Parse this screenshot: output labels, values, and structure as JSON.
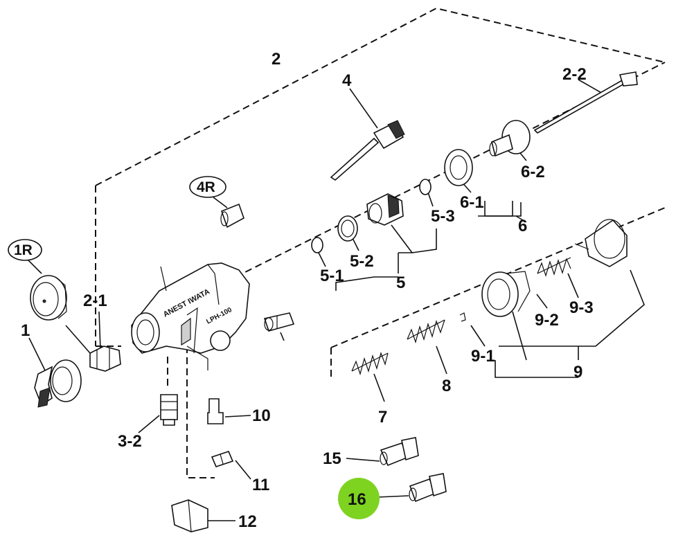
{
  "labels": {
    "p1": "1",
    "p1R": "1R",
    "p2": "2",
    "p2_1": "2-1",
    "p2_2": "2-2",
    "p3_2": "3-2",
    "p4": "4",
    "p4R": "4R",
    "p5": "5",
    "p5_1": "5-1",
    "p5_2": "5-2",
    "p5_3": "5-3",
    "p6": "6",
    "p6_1": "6-1",
    "p6_2": "6-2",
    "p7": "7",
    "p8": "8",
    "p9": "9",
    "p9_1": "9-1",
    "p9_2": "9-2",
    "p9_3": "9-3",
    "p10": "10",
    "p11": "11",
    "p12": "12",
    "p15": "15",
    "p16": "16"
  },
  "body_marking": "ANEST IWATA",
  "model_marking": "LPH-100",
  "highlight_color": "#7ed321"
}
